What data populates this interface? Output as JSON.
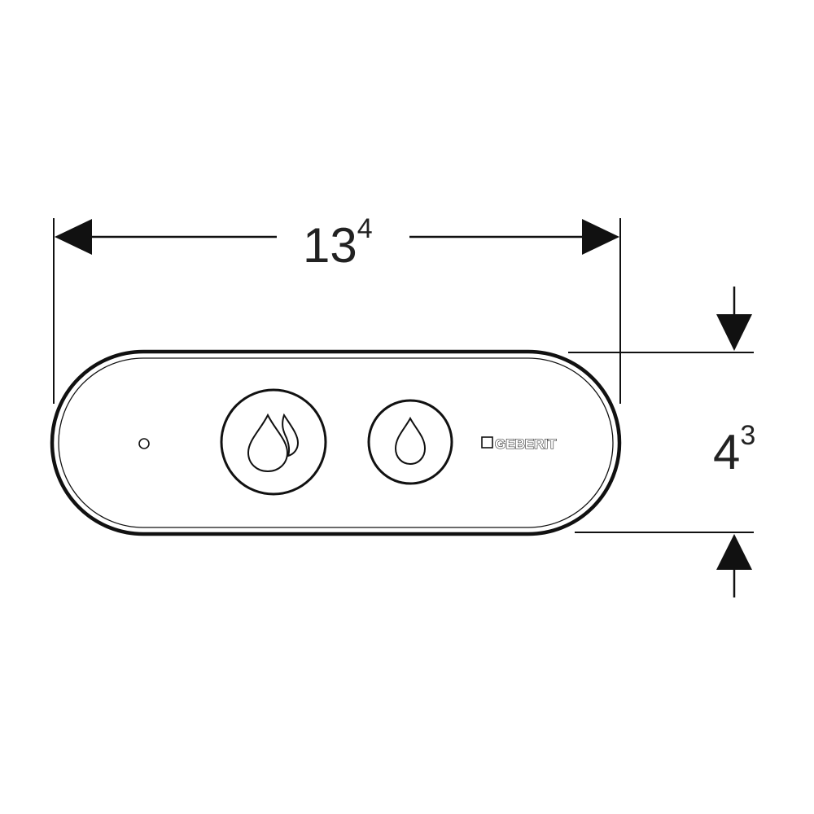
{
  "dimensions": {
    "width": {
      "base": "13",
      "exponent": "4"
    },
    "height": {
      "base": "4",
      "exponent": "3"
    }
  },
  "plate": {
    "brand": "GEBERIT",
    "buttons": [
      {
        "label": "",
        "icon": "double-water-drop-icon"
      },
      {
        "label": "",
        "icon": "single-water-drop-icon"
      }
    ],
    "indicator": "indicator-light"
  },
  "colors": {
    "line": "#111111",
    "background": "#ffffff",
    "text": "#222222"
  }
}
